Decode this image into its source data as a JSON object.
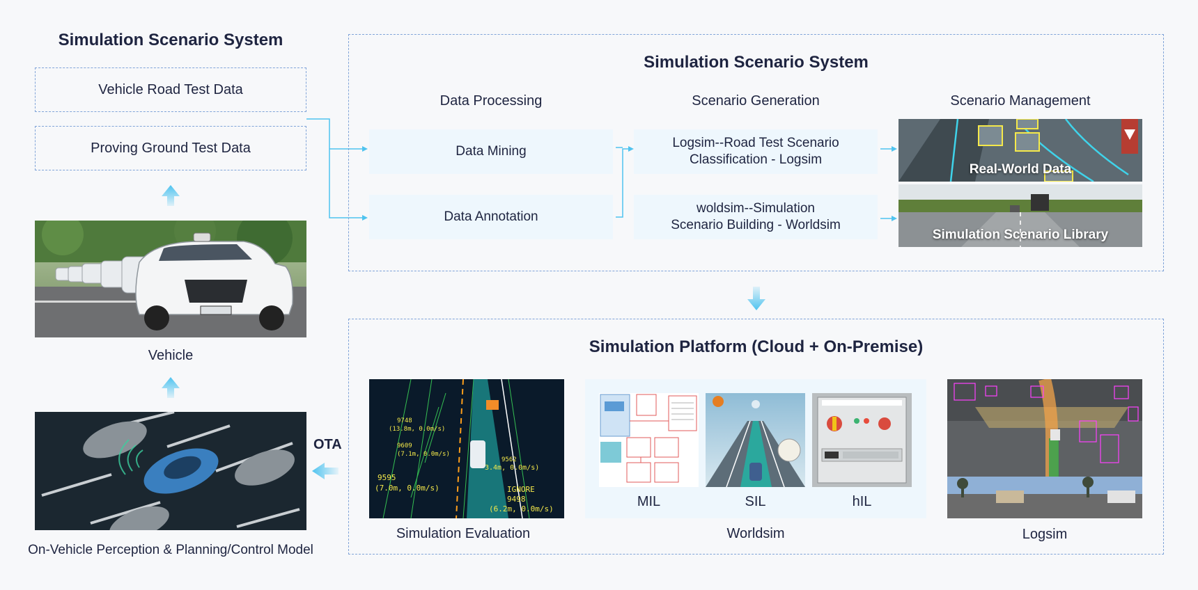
{
  "left_panel": {
    "title": "Simulation Scenario System",
    "vehicle_road_test_data": "Vehicle Road Test Data",
    "proving_ground_test_data": "Proving Ground Test Data",
    "vehicle_label": "Vehicle",
    "model_label": "On-Vehicle Perception & Planning/Control Model",
    "ota_label": "OTA"
  },
  "scenario_system": {
    "title": "Simulation Scenario System",
    "columns": {
      "data_processing": "Data Processing",
      "scenario_generation": "Scenario Generation",
      "scenario_management": "Scenario Management"
    },
    "data_mining": "Data Mining",
    "data_annotation": "Data Annotation",
    "logsim_line1": "Logsim--Road Test Scenario",
    "logsim_line2": "Classification - Logsim",
    "worldsim_line1": "woldsim--Simulation",
    "worldsim_line2": "Scenario Building - Worldsim",
    "real_world_data": "Real-World Data",
    "simulation_scenario_library": "Simulation Scenario Library"
  },
  "platform": {
    "title": "Simulation Platform (Cloud + On-Premise)",
    "simulation_evaluation": "Simulation Evaluation",
    "mil": "MIL",
    "sil": "SIL",
    "hil": "hIL",
    "worldsim": "Worldsim",
    "logsim": "Logsim"
  },
  "colors": {
    "accent": "#4fc3ef",
    "dashed_border": "#7fa3d8",
    "process_fill": "#eef7fd",
    "evaluation_bg": "#0a1a2a",
    "annotation_yellow": "#f5e94a"
  }
}
